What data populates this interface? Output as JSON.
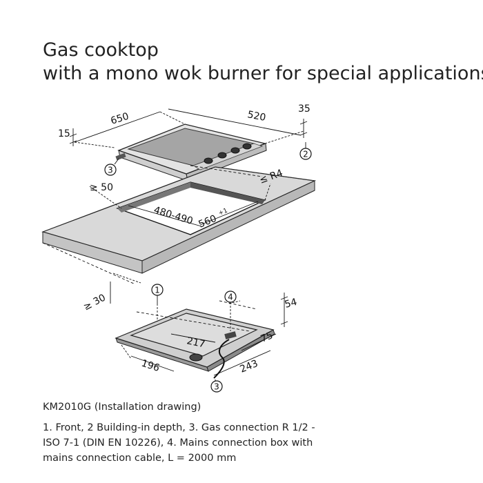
{
  "title_line1": "Gas cooktop",
  "title_line2": "with a mono wok burner for special applications.",
  "dimensions": {
    "d650": "650",
    "d520": "520",
    "d35": "35",
    "d15": "15",
    "d50": "≥ 50",
    "r4": "≤ R4",
    "d480_490": "480-490",
    "d560": "560",
    "d560_tol": "+1",
    "d30": "≥ 30",
    "d54": "54",
    "d217": "217",
    "d75": "75",
    "d196": "196",
    "d243": "243"
  },
  "callouts": {
    "c1": "1",
    "c2": "2",
    "c3": "3",
    "c4": "4"
  },
  "caption": "KM2010G (Installation drawing)",
  "description_line1": "1. Front, 2  Building-in depth, 3. Gas connection R 1/2 -",
  "description_line2": "ISO 7-1 (DIN EN 10226), 4. Mains connection box with",
  "description_line3": "mains connection cable, L = 2000 mm"
}
